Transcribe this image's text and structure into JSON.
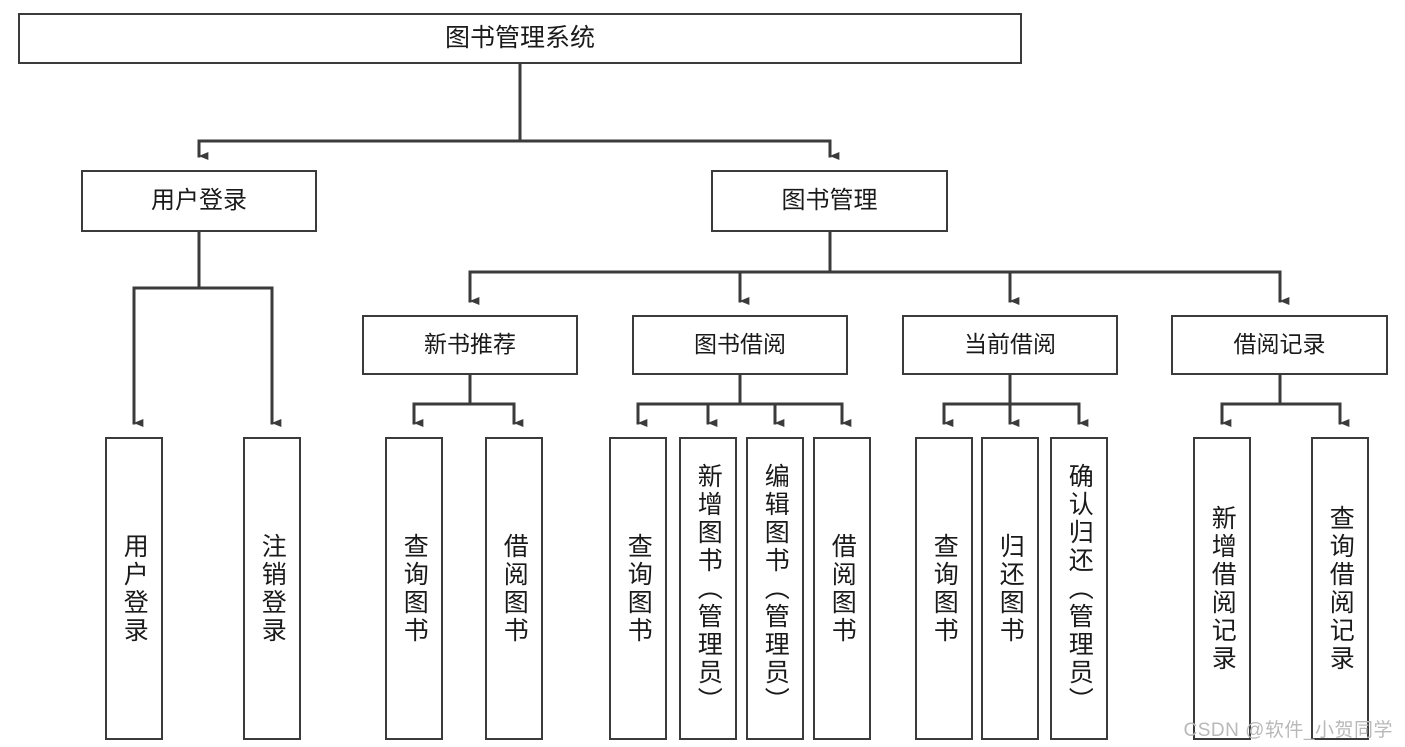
{
  "diagram": {
    "title": "图书管理系统",
    "type": "tree-hierarchy",
    "root": {
      "label": "图书管理系统"
    },
    "level2": [
      {
        "label": "用户登录"
      },
      {
        "label": "图书管理"
      }
    ],
    "level3": [
      {
        "label": "新书推荐"
      },
      {
        "label": "图书借阅"
      },
      {
        "label": "当前借阅"
      },
      {
        "label": "借阅记录"
      }
    ],
    "leaves": {
      "login": [
        {
          "label": "用户登录"
        },
        {
          "label": "注销登录"
        }
      ],
      "recommend": [
        {
          "label": "查询图书"
        },
        {
          "label": "借阅图书"
        }
      ],
      "borrow": [
        {
          "label": "查询图书"
        },
        {
          "label": "新增图书（管理员）"
        },
        {
          "label": "编辑图书（管理员）"
        },
        {
          "label": "借阅图书"
        }
      ],
      "current": [
        {
          "label": "查询图书"
        },
        {
          "label": "归还图书"
        },
        {
          "label": "确认归还（管理员）"
        }
      ],
      "records": [
        {
          "label": "新增借阅记录"
        },
        {
          "label": "查询借阅记录"
        }
      ]
    },
    "colors": {
      "stroke": "#3b3b3b",
      "fill": "#ffffff",
      "text": "#1a1a1a",
      "watermark": "#b9b9b9"
    }
  },
  "watermark": {
    "text": "CSDN @软件_小贺同学"
  }
}
